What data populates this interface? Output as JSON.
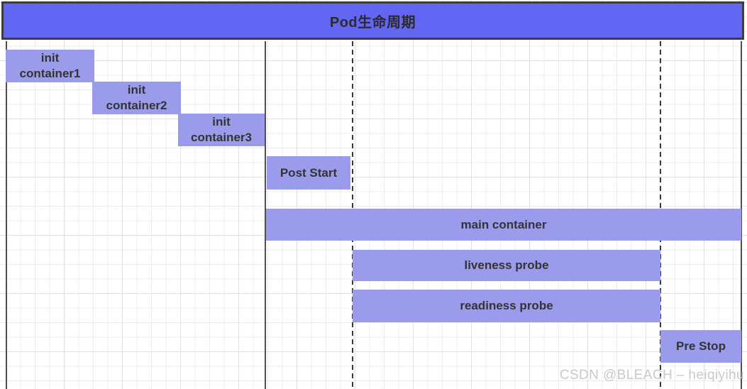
{
  "title": "Pod生命周期",
  "watermark": "CSDN @BLEACH – heiqiyihu",
  "colors": {
    "background": "#ffffff",
    "grid-minor": "#ececec",
    "grid-major": "#e0e0e0",
    "title-fill": "#6365f3",
    "title-border": "#3d3d3d",
    "title-text": "#2b2b2b",
    "bar-fill": "#9b9bec",
    "label-text": "#333333",
    "solid-line": "#4f4f4f",
    "dashed-line": "#3a3a3a",
    "watermark-text": "#c9c9c9"
  },
  "bars": [
    {
      "name": "init-container1",
      "label": "init\ncontainer1"
    },
    {
      "name": "init-container2",
      "label": "init\ncontainer2"
    },
    {
      "name": "init-container3",
      "label": "init\ncontainer3"
    },
    {
      "name": "post-start",
      "label": "Post Start"
    },
    {
      "name": "main-container",
      "label": "main container"
    },
    {
      "name": "liveness-probe",
      "label": "liveness probe"
    },
    {
      "name": "readiness-probe",
      "label": "readiness probe"
    },
    {
      "name": "pre-stop",
      "label": "Pre Stop"
    }
  ]
}
